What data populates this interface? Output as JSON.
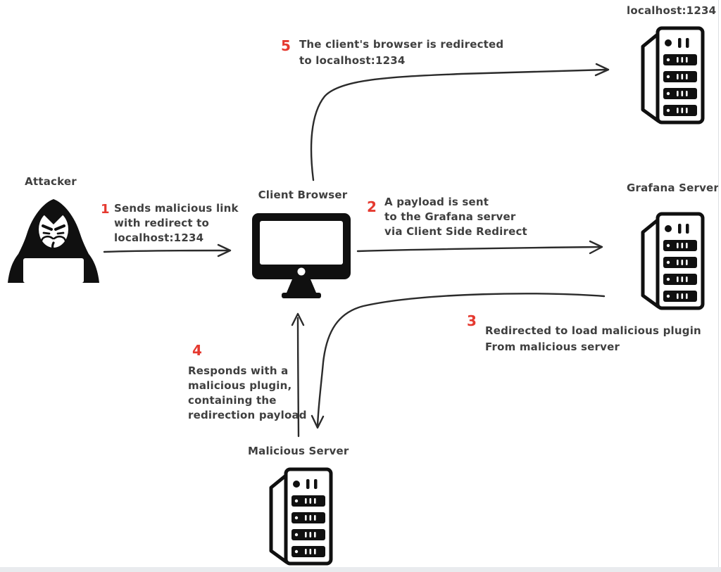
{
  "title": "Grafana client-side redirect attack flow",
  "colors": {
    "background": "#ffffff",
    "icon_ink": "#101010",
    "arrow_ink": "#2b2b2b",
    "text": "#3f3f3f",
    "step_number": "#e5392f",
    "bottom_strip": "#e9ebee",
    "edge_line": "#dcdfe3"
  },
  "nodes": {
    "localhost": {
      "label": "localhost:1234",
      "icon": "server-icon"
    },
    "attacker": {
      "label": "Attacker",
      "icon": "hacker-icon"
    },
    "client_browser": {
      "label": "Client Browser",
      "icon": "monitor-icon"
    },
    "grafana": {
      "label": "Grafana Server",
      "icon": "server-icon"
    },
    "malicious": {
      "label": "Malicious Server",
      "icon": "server-icon"
    }
  },
  "steps": [
    {
      "number": "1",
      "from": "attacker",
      "to": "client_browser",
      "lines": [
        "Sends malicious link",
        "with redirect to",
        "localhost:1234"
      ]
    },
    {
      "number": "2",
      "from": "client_browser",
      "to": "grafana",
      "lines": [
        "A payload is sent",
        "to the Grafana server",
        "via Client Side Redirect"
      ]
    },
    {
      "number": "3",
      "from": "grafana",
      "to": "malicious",
      "lines": [
        "Redirected to load malicious plugin",
        "From malicious server"
      ]
    },
    {
      "number": "4",
      "from": "malicious",
      "to": "client_browser",
      "lines": [
        "Responds with a",
        "malicious plugin,",
        "containing the",
        "redirection payload"
      ]
    },
    {
      "number": "5",
      "from": "client_browser",
      "to": "localhost",
      "lines": [
        "The client's browser is redirected",
        "to localhost:1234"
      ]
    }
  ]
}
